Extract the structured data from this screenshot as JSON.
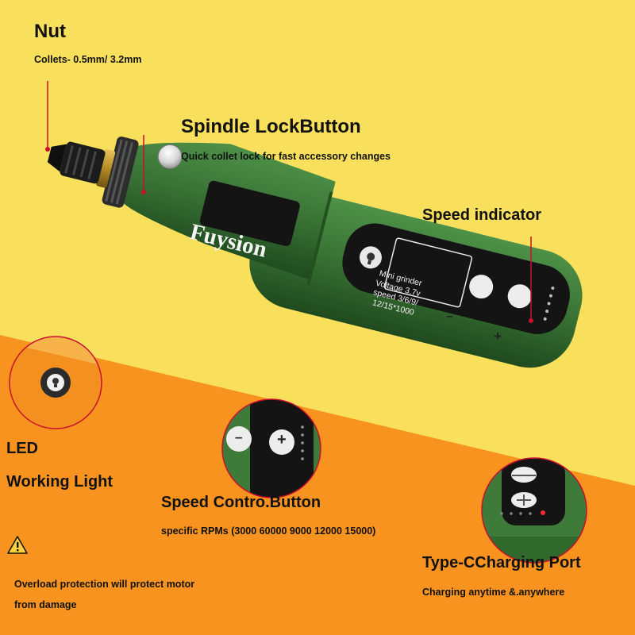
{
  "colors": {
    "background_top": "#F9E05C",
    "background_bottom": "#F7931E",
    "body_green": "#3E7B3A",
    "pointer_red": "#C8102E",
    "panel_black": "#141414"
  },
  "brand": {
    "logo_text": "Fuysion"
  },
  "panel": {
    "label_lines": [
      "Mini grinder",
      "Voltage 3.7v",
      "speed 3/6/9/",
      "12/15*1000"
    ],
    "minus_symbol": "–",
    "plus_symbol": "+"
  },
  "callouts": {
    "nut": {
      "title": "Nut",
      "subtitle": "Collets- 0.5mm/ 3.2mm"
    },
    "spindle": {
      "title": "Spindle LockButton",
      "subtitle": "Quick collet lock for fast accessory changes"
    },
    "speed_indicator": {
      "title": "Speed  indicator"
    },
    "led": {
      "title_line1": "LED",
      "title_line2": "Working Light"
    },
    "speed_button": {
      "title": "Speed Contro.Button",
      "subtitle": "specific RPMs (3000 60000 9000 12000 15000)"
    },
    "overload": {
      "icon": "warning-icon",
      "line1": "Overload protection will protect motor",
      "line2": "from damage"
    },
    "charging": {
      "title": "Type-CCharging Port",
      "subtitle": "Charging anytime &.anywhere"
    }
  }
}
